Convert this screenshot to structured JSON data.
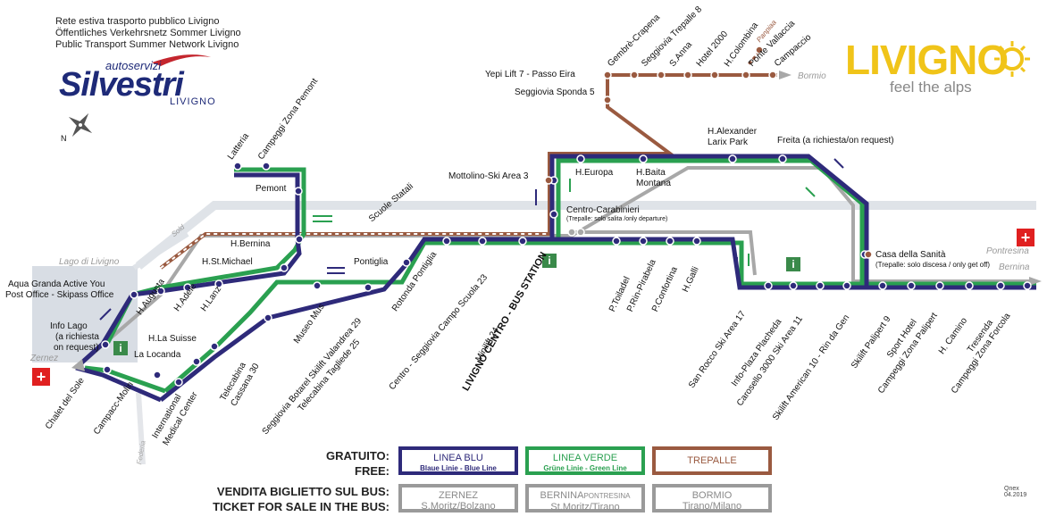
{
  "header": {
    "line1": "Rete estiva trasporto pubblico Livigno",
    "line2": "Öffentliches Verkehrsnetz Sommer Livigno",
    "line3": "Public Transport Summer Network Livigno"
  },
  "operator": {
    "prefix": "autoservizi",
    "name": "Silvestri",
    "place": "LIVIGNO"
  },
  "brand": {
    "name": "LIVIGNO",
    "tagline": "feel the alps"
  },
  "colors": {
    "blue": "#2e2a7a",
    "green": "#2aa050",
    "brown": "#9a5a40",
    "grey": "#a8a8a8"
  },
  "compass": {
    "north": "N"
  },
  "destinations": {
    "bormio": "Bormio",
    "pontresina": "Pontresina",
    "bernina": "Bernina",
    "zernez": "Zernez",
    "lago": "Lago di Livigno",
    "sold": "Sold",
    "federia": "Federia"
  },
  "stops": {
    "latteria": "Latteria",
    "campeggi_zona_pemont": "Campeggi Zona Pemont",
    "pemont": "Pemont",
    "scuole_statali": "Scuole Statali",
    "h_bernina": "H.Bernina",
    "h_st_michael": "H.St.Michael",
    "aqua_granda": "Aqua Granda Active You",
    "post_office": "Post Office - Skipass Office",
    "h_augusta": "H.Augusta",
    "h_adele": "H.Adele",
    "h_lanz": "H.Lanz",
    "pontiglia": "Pontiglia",
    "info_lago": "Info Lago",
    "info_lago_note1": "(a richiesta",
    "info_lago_note2": "on request)",
    "h_la_suisse": "H.La Suisse",
    "la_locanda": "La Locanda",
    "chalet_del_sole": "Chalet del Sole",
    "campacc_molin": "Campacc-Molin",
    "international_medical": "International",
    "international_medical2": "Medical Center",
    "telecabina_cassana": "Telecabina",
    "telecabina_cassana2": "Cassana 30",
    "museo_mus": "Museo Mus",
    "seggiovia_botarel": "Seggiovia Botarel Skilift Valandrea 29",
    "telecabina_tagliede": "Telecabina Tagliede 25",
    "rotonda_pontiglia": "Rotonda Pontiglia",
    "centro_seggiovia": "Centro - Seggiovia Campo Scuola 23",
    "minilift": "Minilift 24",
    "livigno_centro": "LIVIGNO CENTRO - BUS STATION",
    "p_toiladel": "P.Toiladel",
    "p_rin_pirabela": "P.Rin-Pirabela",
    "p_confortina": "P.Confortina",
    "h_galli": "H.Galli",
    "san_rocco": "San Rocco Ski Area 17",
    "info_plaza": "Info-Plaza Placheda",
    "carosello": "Carosello 3000 Ski Area 11",
    "skilift_american": "Skilift American 10 - Rin da Gen",
    "skilift_palipert": "Skilift Palipert 9",
    "sport_hotel": "Sport Hotel",
    "campeggi_palipert": "Campeggi Zona Palipert",
    "h_camino": "H. Camino",
    "tresenda": "Tresenda",
    "campeggi_forcola": "Campeggi Zona Forcola",
    "casa_sanita": "Casa della Sanità",
    "casa_sanita_note": "(Trepalle: solo discesa / only get off)",
    "freita": "Freita (a richiesta/on request)",
    "h_alexander": "H.Alexander",
    "larix_park": "Larix Park",
    "h_baita": "H.Baita",
    "montana": "Montana",
    "h_europa": "H.Europa",
    "mottolino": "Mottolino-Ski Area 3",
    "centro_carabinieri": "Centro-Carabinieri",
    "carabinieri_note": "(Trepalle: solo salita /only departure)",
    "yepi_lift": "Yepi Lift 7 - Passo Eira",
    "seggiovia_sponda": "Seggiovia Sponda 5",
    "gembre": "Gembrè-Crapena",
    "seggiovia_trepalle": "Seggiovia Trepalle 8",
    "s_anna": "S.Anna",
    "hotel_2000": "Hotel 2000",
    "h_colombina": "H.Colombina",
    "panpiaa": "Panpiaa",
    "ponte_vallaccia": "Ponte Vallaccia",
    "campaccio": "Campaccio"
  },
  "info_icon": "i",
  "swiss_icon": "+",
  "legend": {
    "free_it": "GRATUITO:",
    "free_en": "FREE:",
    "ticket_it": "VENDITA BIGLIETTO SUL BUS:",
    "ticket_en": "TICKET FOR SALE IN THE BUS:",
    "blu_title": "LINEA BLU",
    "blu_sub": "Blaue Linie - Blue Line",
    "verde_title": "LINEA VERDE",
    "verde_sub": "Grüne Linie - Green Line",
    "trepalle_title": "TREPALLE",
    "zernez_title": "ZERNEZ",
    "zernez_sub": "S.Moritz/Bolzano",
    "bernina_title": "BERNINA",
    "bernina_title2": "PONTRESINA",
    "bernina_sub": "St.Moritz/Tirano",
    "bormio_title": "BORMIO",
    "bormio_sub": "Tirano/Milano"
  },
  "credit": {
    "author": "Qnex",
    "date": "04.2019"
  }
}
